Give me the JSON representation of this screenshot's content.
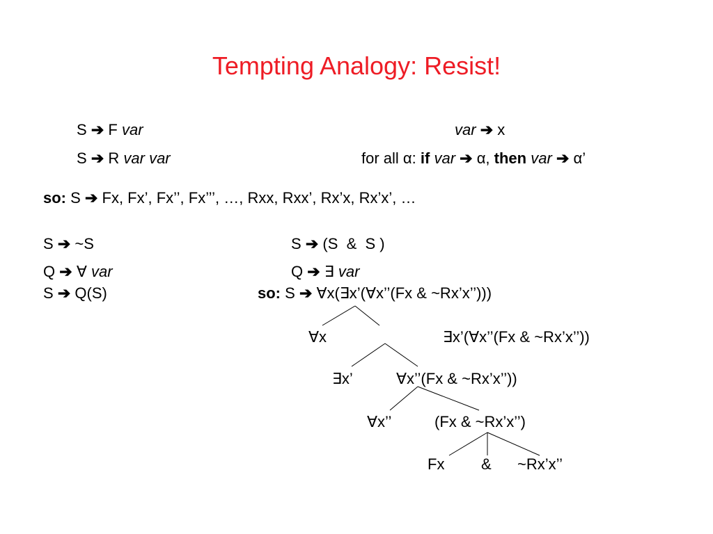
{
  "title": "Tempting Analogy: Resist!",
  "arrow": "➔",
  "rules": {
    "r1_left": "S",
    "r1_mid": "F",
    "r1_var": "var",
    "r1_right_var": "var",
    "r1_right_x": "x",
    "r2_left": "S",
    "r2_mid": "R",
    "r2_var": "var var",
    "r2_right_prefix": "for all α:",
    "r2_if": "if",
    "r2_var1": "var",
    "r2_alpha": "α,",
    "r2_then": "then",
    "r2_var2": "var",
    "r2_alpha2": "α’"
  },
  "so1": {
    "label": "so:",
    "s": "S",
    "expansion": "Fx, Fx’, Fx’’, Fx’’’, …, Rxx, Rxx’, Rx’x, Rx’x’, …"
  },
  "grammar": {
    "neg_left": "S",
    "neg_right": "~S",
    "conj_left": "S",
    "conj_right": "(S  &  S )",
    "uq_left": "Q",
    "uq_right": "∀",
    "uq_var": "var",
    "eq_left": "Q",
    "eq_right": "∃",
    "eq_var": "var",
    "qs_left": "S",
    "qs_right": "Q(S)"
  },
  "so2": {
    "label": "so:",
    "s": "S",
    "formula": "∀x(∃x’(∀x’’(Fx & ~Rx’x’’)))"
  },
  "tree": {
    "n1_left": "∀x",
    "n1_right": "∃x’(∀x’’(Fx & ~Rx’x’’))",
    "n2_left": "∃x’",
    "n2_right": "∀x’’(Fx & ~Rx’x’’))",
    "n3_left": "∀x’’",
    "n3_right": "(Fx & ~Rx’x’’)",
    "n4_a": "Fx",
    "n4_b": "&",
    "n4_c": "~Rx’x’’"
  },
  "colors": {
    "title": "#ee1c25",
    "text": "#000000",
    "background": "#ffffff"
  }
}
